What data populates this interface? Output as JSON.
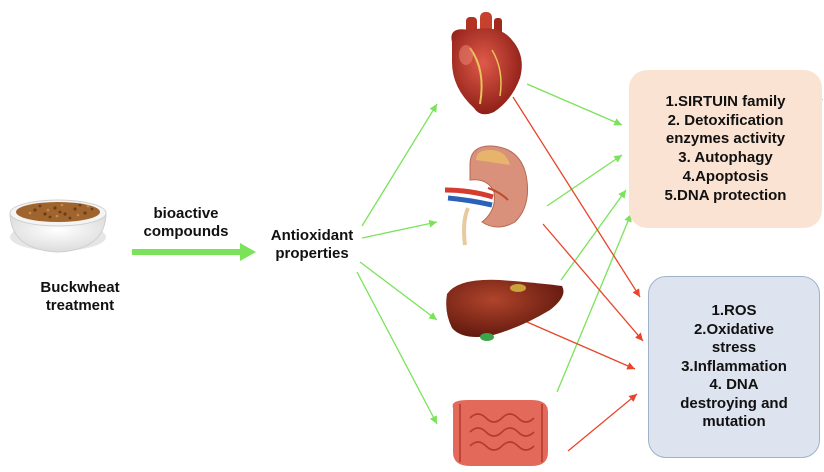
{
  "source": {
    "label_line1": "Buckwheat",
    "label_line2": "treatment"
  },
  "pathway": {
    "bioactive_line1": "bioactive",
    "bioactive_line2": "compounds",
    "antioxidant_line1": "Antioxidant",
    "antioxidant_line2": "properties"
  },
  "organs": [
    "heart",
    "kidney",
    "liver",
    "intestine"
  ],
  "upregulated_box": {
    "items": [
      "1.SIRTUIN family",
      "2. Detoxification",
      "enzymes activity",
      "3. Autophagy",
      "4.Apoptosis",
      "5.DNA protection"
    ],
    "arrow_direction": "up",
    "arrow_color": "#4cd137"
  },
  "downregulated_box": {
    "items": [
      "1.ROS",
      "2.Oxidative",
      "stress",
      "3.Inflammation",
      "4. DNA",
      "destroying and",
      "mutation"
    ],
    "arrow_direction": "down",
    "arrow_color": "#2aa3e0"
  },
  "colors": {
    "green_arrow": "#7ae35a",
    "red_arrow": "#e8452a",
    "up_box_bg": "#fbe3d3",
    "down_box_bg": "#dde4ef"
  }
}
